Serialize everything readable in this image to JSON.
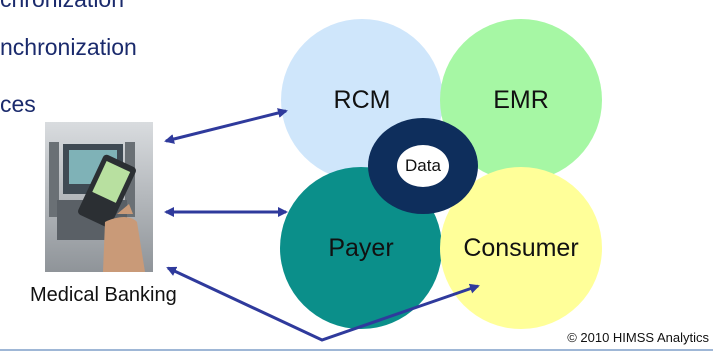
{
  "bullets": [
    "chronization",
    "nchronization",
    "ces"
  ],
  "circles": {
    "rcm": {
      "label": "RCM",
      "color": "#cfe6fb"
    },
    "emr": {
      "label": "EMR",
      "color": "#a6f7a4"
    },
    "payer": {
      "label": "Payer",
      "color": "#0b8f8a"
    },
    "consumer": {
      "label": "Consumer",
      "color": "#ffff99"
    }
  },
  "center": {
    "label": "Data",
    "ring_color": "#0e2e5c"
  },
  "image_caption": "Medical Banking",
  "copyright": "© 2010 HIMSS Analytics",
  "arrow_color": "#2f3a9c"
}
